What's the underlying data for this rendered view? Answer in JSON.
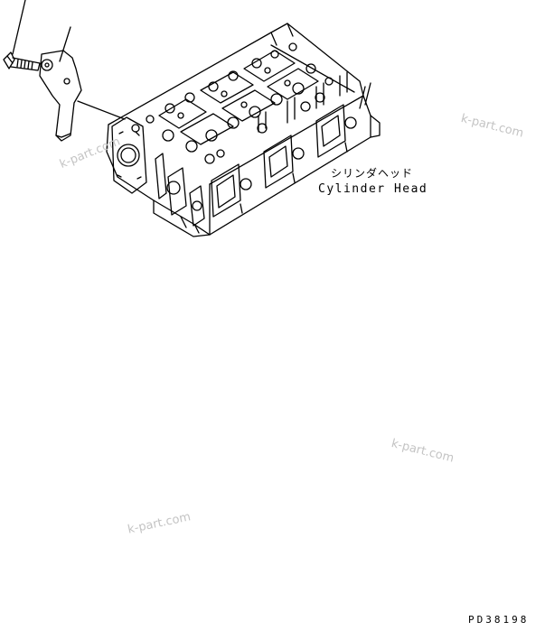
{
  "labels": {
    "part_name_jp": "シリンダヘッド",
    "part_name_en": "Cylinder Head"
  },
  "drawing_number": "PD38198",
  "watermarks": [
    "k-part.com",
    "k-part.com",
    "k-part.com",
    "k-part.com"
  ],
  "colors": {
    "line": "#000000",
    "watermark": "#c4c4c4",
    "background": "#ffffff"
  }
}
